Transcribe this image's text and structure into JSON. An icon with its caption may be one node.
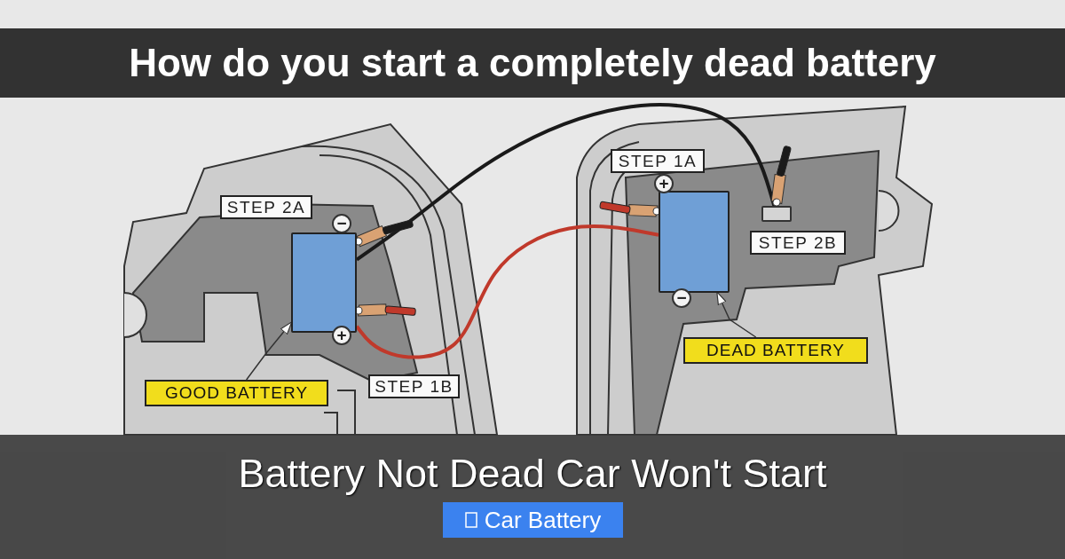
{
  "diagram": {
    "title": "How do you start a completely dead battery",
    "caption": "Battery Not Dead Car Won't Start",
    "nodes": [
      {
        "text": [
          "GOOD BATTERY"
        ]
      },
      {
        "text": [],
        "shape": "box"
      },
      {
        "text": [
          "DEAD BATTERY"
        ]
      },
      {
        "text": [],
        "shape": "box"
      },
      {
        "text": [],
        "shape": "box"
      }
    ],
    "edges": [
      {
        "from": 0,
        "to": 1,
        "arrow": "to"
      },
      {
        "from": 2,
        "to": 3,
        "arrow": "to"
      },
      {
        "from": 1,
        "to": 3,
        "arrow": "none",
        "style": "thick",
        "color": "#c0392b"
      },
      {
        "from": 1,
        "to": 4,
        "arrow": "none",
        "style": "thick",
        "color": "#1a1a1a"
      }
    ],
    "labels": [
      "STEP 2A",
      "−",
      "+",
      "STEP 1B",
      "STEP 1A",
      "+",
      "−",
      "STEP 2B",
      "Car Battery"
    ]
  }
}
